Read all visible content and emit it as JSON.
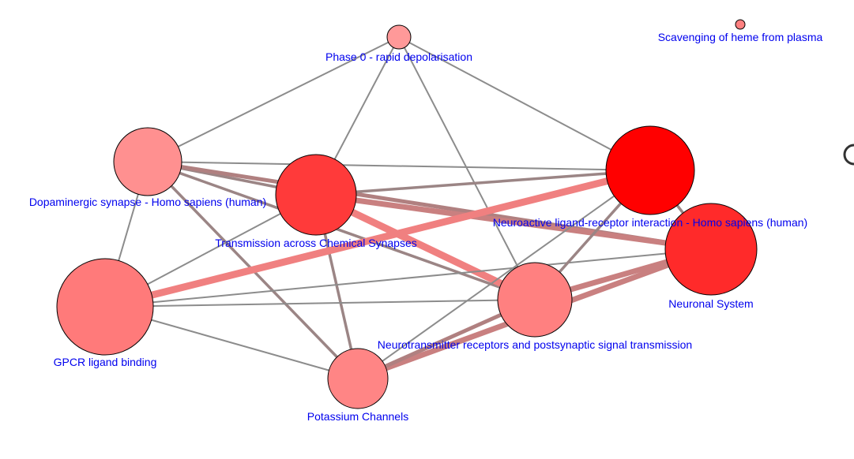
{
  "nodes": [
    {
      "id": "phase0",
      "label": "Phase 0 - rapid depolarisation",
      "color": "#ff9999"
    },
    {
      "id": "heme",
      "label": "Scavenging of heme from plasma",
      "color": "#ff8080"
    },
    {
      "id": "dopa",
      "label": "Dopaminergic synapse - Homo sapiens (human)",
      "color": "#ff9090"
    },
    {
      "id": "trans",
      "label": "Transmission across Chemical Synapses",
      "color": "#ff3a3a"
    },
    {
      "id": "neuroactive",
      "label": "Neuroactive ligand-receptor interaction - Homo sapiens (human)",
      "color": "#ff0000"
    },
    {
      "id": "neuronal",
      "label": "Neuronal System",
      "color": "#ff2a2a"
    },
    {
      "id": "gpcr",
      "label": "GPCR ligand binding",
      "color": "#ff7a7a"
    },
    {
      "id": "ntrans",
      "label": "Neurotransmitter receptors and postsynaptic signal transmission",
      "color": "#ff8080"
    },
    {
      "id": "potassium",
      "label": "Potassium Channels",
      "color": "#ff8585"
    }
  ],
  "edges": [
    {
      "source": "phase0",
      "target": "dopa",
      "weight": 1
    },
    {
      "source": "phase0",
      "target": "trans",
      "weight": 1
    },
    {
      "source": "phase0",
      "target": "neuroactive",
      "weight": 1
    },
    {
      "source": "phase0",
      "target": "ntrans",
      "weight": 1
    },
    {
      "source": "dopa",
      "target": "trans",
      "weight": 2
    },
    {
      "source": "dopa",
      "target": "neuroactive",
      "weight": 1
    },
    {
      "source": "dopa",
      "target": "neuronal",
      "weight": 3
    },
    {
      "source": "dopa",
      "target": "ntrans",
      "weight": 2
    },
    {
      "source": "dopa",
      "target": "gpcr",
      "weight": 1
    },
    {
      "source": "dopa",
      "target": "potassium",
      "weight": 2
    },
    {
      "source": "trans",
      "target": "neuroactive",
      "weight": 2
    },
    {
      "source": "trans",
      "target": "neuronal",
      "weight": 4
    },
    {
      "source": "trans",
      "target": "ntrans",
      "weight": 5
    },
    {
      "source": "trans",
      "target": "gpcr",
      "weight": 1
    },
    {
      "source": "trans",
      "target": "potassium",
      "weight": 2
    },
    {
      "source": "gpcr",
      "target": "neuroactive",
      "weight": 5
    },
    {
      "source": "gpcr",
      "target": "neuronal",
      "weight": 1
    },
    {
      "source": "gpcr",
      "target": "ntrans",
      "weight": 1
    },
    {
      "source": "gpcr",
      "target": "potassium",
      "weight": 1
    },
    {
      "source": "neuroactive",
      "target": "neuronal",
      "weight": 2
    },
    {
      "source": "neuroactive",
      "target": "ntrans",
      "weight": 2
    },
    {
      "source": "neuroactive",
      "target": "potassium",
      "weight": 1
    },
    {
      "source": "neuronal",
      "target": "ntrans",
      "weight": 4
    },
    {
      "source": "neuronal",
      "target": "potassium",
      "weight": 4
    },
    {
      "source": "ntrans",
      "target": "potassium",
      "weight": 3
    }
  ],
  "colors": {
    "edge_thin": "#8c8c8c",
    "edge_thick": "#f08080",
    "label": "#0000ee",
    "node_stroke": "#000000"
  }
}
